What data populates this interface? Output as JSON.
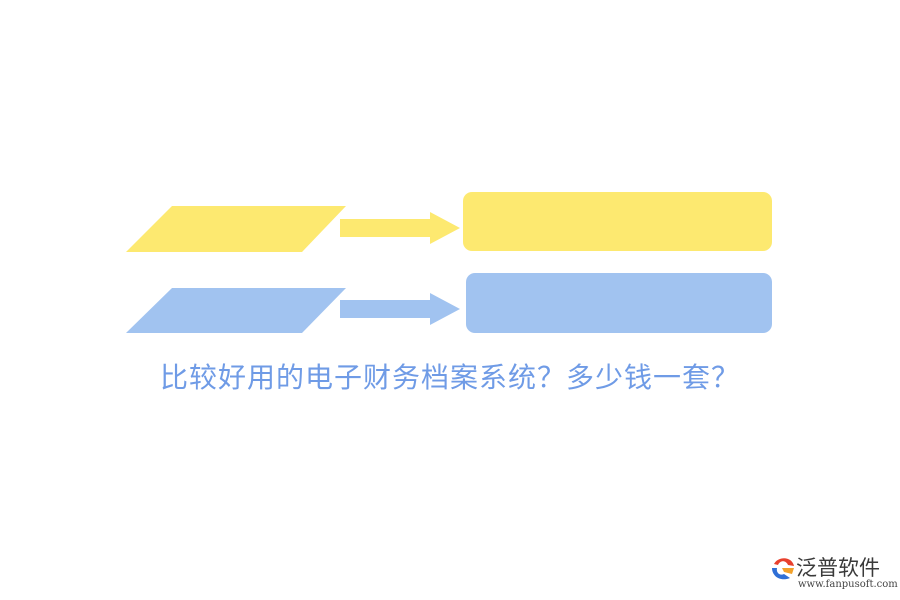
{
  "title": "比较好用的电子财务档案系统？多少钱一套？",
  "logo": {
    "name": "泛普软件",
    "url": "www.fanpusoft.com"
  },
  "colors": {
    "yellow": "#fde970",
    "blue": "#a1c3f0",
    "title": "#6f9be6"
  },
  "icons": [
    "parallelogram-icon",
    "arrow-right-icon",
    "fanpu-logo-icon"
  ]
}
